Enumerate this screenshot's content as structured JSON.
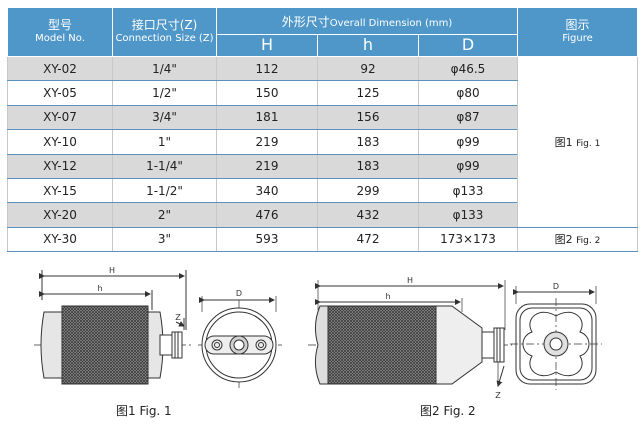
{
  "header": {
    "model_cn": "型号",
    "model_en": "Model No.",
    "conn_cn": "接口尺寸(Z)",
    "conn_en": "Connection Size (Z)",
    "dim_cn": "外形尺寸",
    "dim_en": "Overall Dimension (mm)",
    "col_H": "H",
    "col_h": "h",
    "col_D": "D",
    "fig_cn": "图示",
    "fig_en": "Figure"
  },
  "rows": [
    {
      "model": "XY-02",
      "conn": "1/4\"",
      "H": "112",
      "h": "92",
      "D": "φ46.5"
    },
    {
      "model": "XY-05",
      "conn": "1/2\"",
      "H": "150",
      "h": "125",
      "D": "φ80"
    },
    {
      "model": "XY-07",
      "conn": "3/4\"",
      "H": "181",
      "h": "156",
      "D": "φ87"
    },
    {
      "model": "XY-10",
      "conn": "1\"",
      "H": "219",
      "h": "183",
      "D": "φ99"
    },
    {
      "model": "XY-12",
      "conn": "1-1/4\"",
      "H": "219",
      "h": "183",
      "D": "φ99"
    },
    {
      "model": "XY-15",
      "conn": "1-1/2\"",
      "H": "340",
      "h": "299",
      "D": "φ133"
    },
    {
      "model": "XY-20",
      "conn": "2\"",
      "H": "476",
      "h": "432",
      "D": "φ133"
    },
    {
      "model": "XY-30",
      "conn": "3\"",
      "H": "593",
      "h": "472",
      "D": "173×173"
    }
  ],
  "figure_ref": {
    "fig1_cn": "图1",
    "fig1_en": "Fig. 1",
    "fig2_cn": "图2",
    "fig2_en": "Fig. 2"
  },
  "drawing_labels": {
    "H": "H",
    "h": "h",
    "Z": "Z",
    "D": "D"
  },
  "captions": {
    "fig1": "图1  Fig. 1",
    "fig2": "图2  Fig. 2"
  }
}
